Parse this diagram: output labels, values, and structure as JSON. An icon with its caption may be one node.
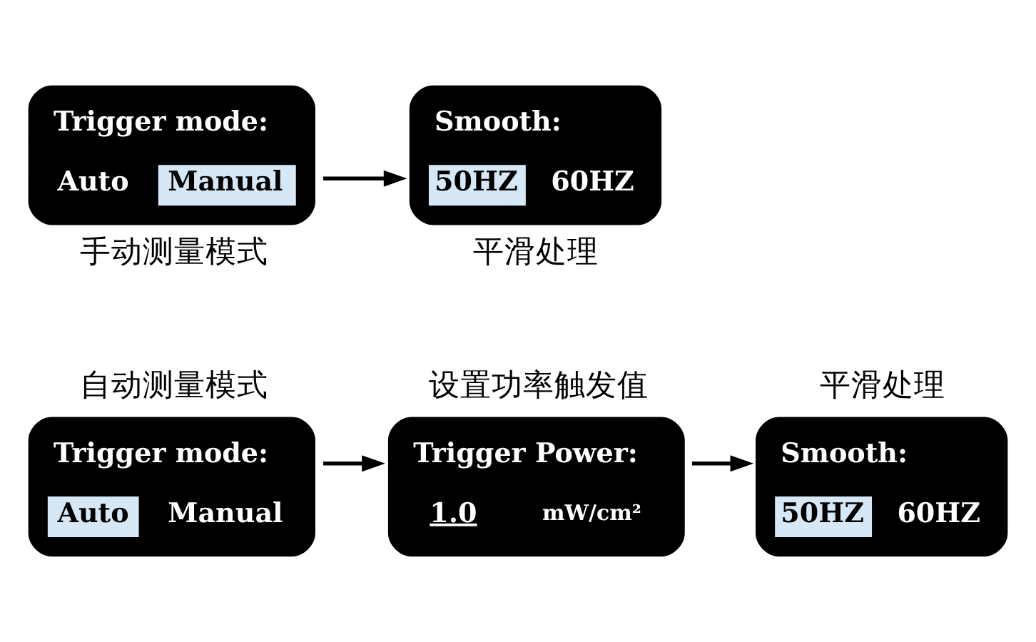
{
  "diagram": {
    "nodes": [
      {
        "text": [
          "自动测量模式",
          "Trigger mode:",
          "Auto",
          "Manual"
        ]
      },
      {
        "text": [
          "设置功率触发值",
          "Trigger Power:",
          "1.0",
          "mW/cm²"
        ]
      },
      {
        "text": [
          "平滑处理",
          "Smooth:",
          "50HZ",
          "60HZ"
        ]
      },
      {
        "text": [
          "Trigger mode:",
          "Auto",
          "Manual",
          "手动测量模式"
        ]
      },
      {
        "text": [
          "Smooth:",
          "50HZ",
          "60HZ",
          "平滑处理"
        ]
      }
    ],
    "edges": [
      {
        "from": 0,
        "to": 1,
        "arrow": "to"
      },
      {
        "from": 1,
        "to": 2,
        "arrow": "to"
      },
      {
        "from": 3,
        "to": 4,
        "arrow": "to"
      }
    ]
  }
}
